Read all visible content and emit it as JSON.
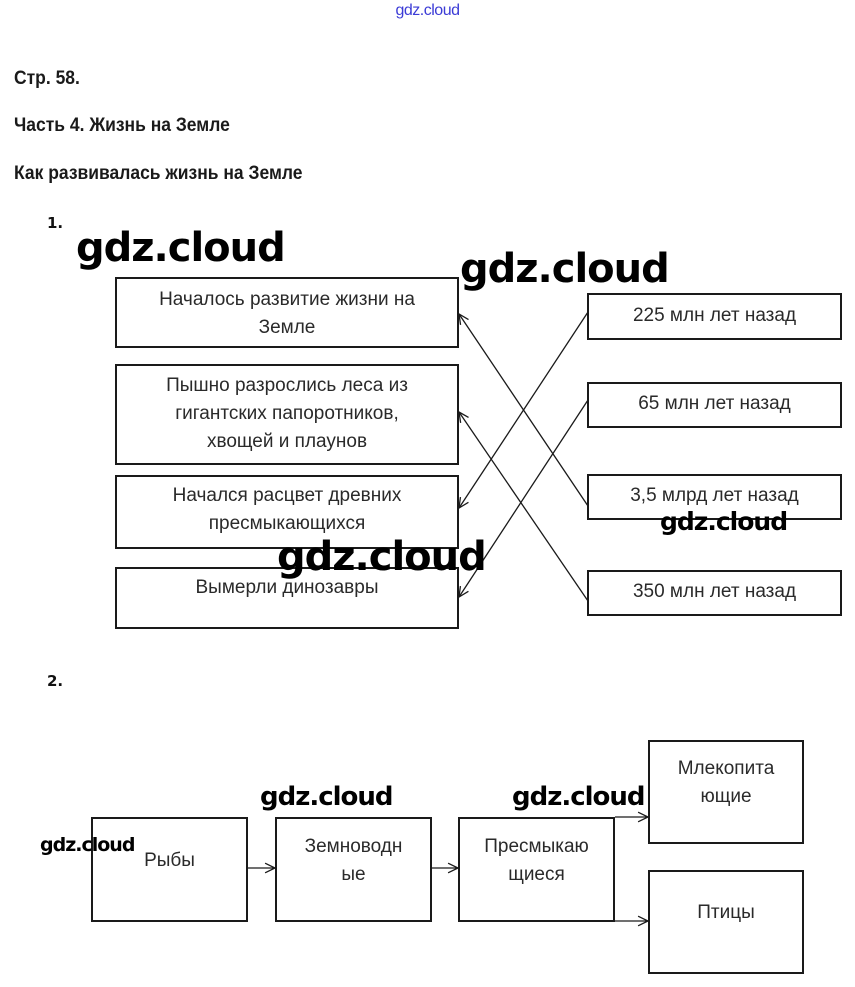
{
  "watermark_top": "gdz.cloud",
  "watermark": "gdz.cloud",
  "page_label": "Стр. 58.",
  "part_title": "Часть 4. Жизнь на Земле",
  "section_title": "Как развивалась жизнь на Земле",
  "task1": {
    "number": "1.",
    "events": [
      {
        "lines": [
          "Началось развитие жизни на",
          "Земле"
        ]
      },
      {
        "lines": [
          "Пышно разрослись леса из",
          "гигантских папоротников,",
          "хвощей и плаунов"
        ]
      },
      {
        "lines": [
          "Начался расцвет древних",
          "пресмыкающихся"
        ]
      },
      {
        "lines": [
          "Вымерли динозавры"
        ]
      }
    ],
    "times": [
      {
        "label": "225 млн лет назад",
        "matches_event": 3
      },
      {
        "label": "65 млн лет назад",
        "matches_event": 4
      },
      {
        "label": "3,5 млрд лет назад",
        "matches_event": 1
      },
      {
        "label": "350 млн лет назад",
        "matches_event": 2
      }
    ]
  },
  "task2": {
    "number": "2.",
    "chain": [
      {
        "id": "fish",
        "lines": [
          "Рыбы"
        ]
      },
      {
        "id": "amphibians",
        "lines": [
          "Земноводн",
          "ые"
        ]
      },
      {
        "id": "reptiles",
        "lines": [
          "Пресмыкаю",
          "щиеся"
        ]
      },
      {
        "id": "mammals",
        "lines": [
          "Млекопита",
          "ющие"
        ]
      },
      {
        "id": "birds",
        "lines": [
          "Птицы"
        ]
      }
    ],
    "arrows": [
      [
        "fish",
        "amphibians"
      ],
      [
        "amphibians",
        "reptiles"
      ],
      [
        "reptiles",
        "mammals"
      ],
      [
        "reptiles",
        "birds"
      ]
    ]
  }
}
